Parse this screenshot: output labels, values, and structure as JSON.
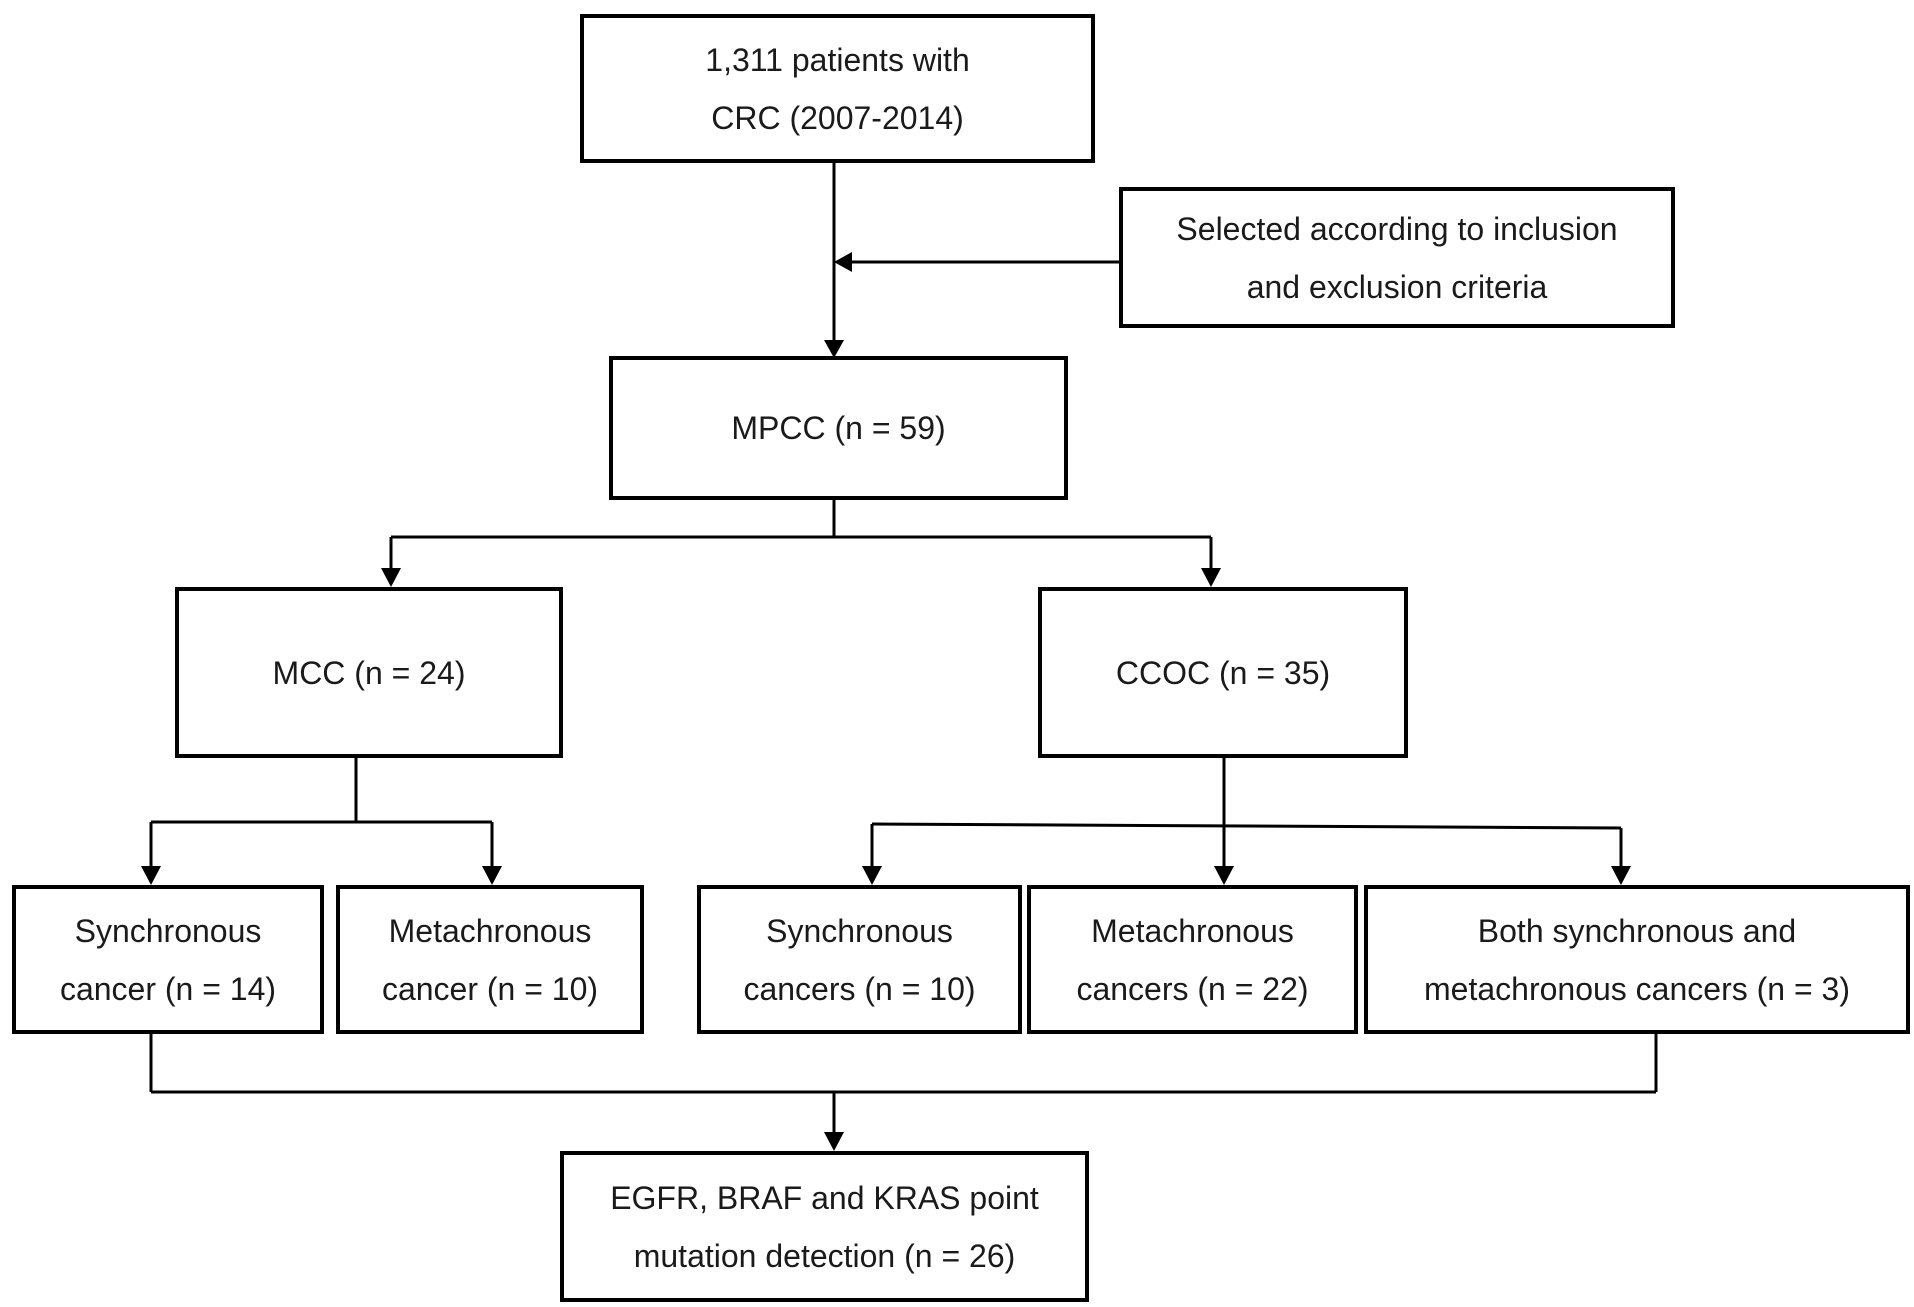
{
  "colors": {
    "stroke": "#000000",
    "text": "#1a1a1a",
    "background": "#ffffff"
  },
  "nodes": {
    "crc_patients": {
      "lines": [
        "1,311 patients with",
        "CRC  (2007-2014)"
      ]
    },
    "selection_criteria": {
      "lines": [
        "Selected according to inclusion",
        "and exclusion criteria"
      ]
    },
    "mpcc": {
      "lines": [
        "MPCC   (n = 59)"
      ]
    },
    "mcc": {
      "lines": [
        "MCC    (n = 24)"
      ]
    },
    "ccoc": {
      "lines": [
        "CCOC    (n = 35)"
      ]
    },
    "mcc_synchronous": {
      "lines": [
        "Synchronous",
        "cancer (n = 14)"
      ]
    },
    "mcc_metachronous": {
      "lines": [
        "Metachronous",
        "cancer (n = 10)"
      ]
    },
    "ccoc_synchronous": {
      "lines": [
        "Synchronous",
        "cancers  (n = 10)"
      ]
    },
    "ccoc_metachronous": {
      "lines": [
        "Metachronous",
        "cancers  (n = 22)"
      ]
    },
    "ccoc_both": {
      "lines": [
        "Both synchronous and",
        "metachronous cancers (n = 3)"
      ]
    },
    "mutation_detection": {
      "lines": [
        "EGFR, BRAF and KRAS point",
        "mutation detection (n = 26)"
      ]
    }
  }
}
